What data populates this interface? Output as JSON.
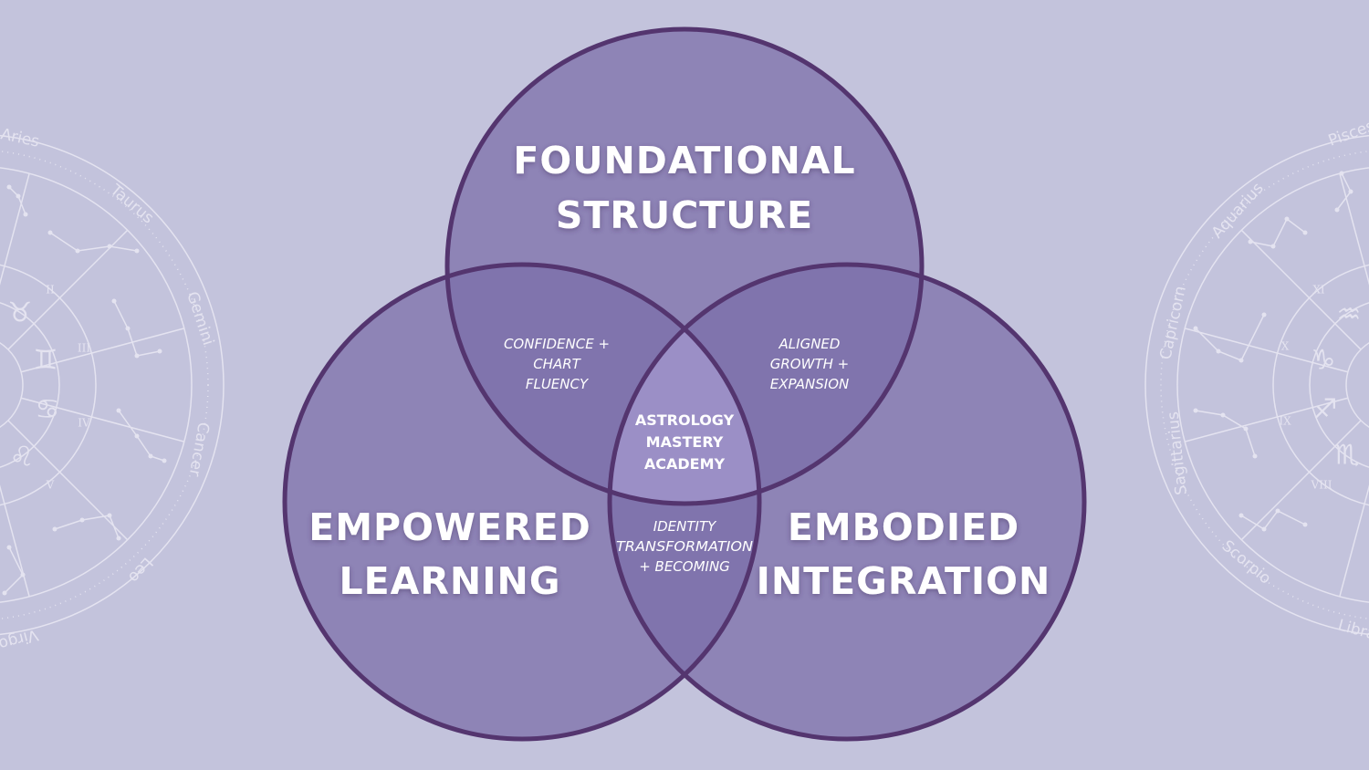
{
  "diagram": {
    "circles": [
      {
        "name": "top",
        "lines": [
          "FOUNDATIONAL",
          "STRUCTURE"
        ]
      },
      {
        "name": "left",
        "lines": [
          "EMPOWERED",
          "LEARNING"
        ]
      },
      {
        "name": "right",
        "lines": [
          "EMBODIED",
          "INTEGRATION"
        ]
      }
    ],
    "overlaps": {
      "top_left": [
        "CONFIDENCE +",
        "CHART",
        "FLUENCY"
      ],
      "top_right": [
        "ALIGNED",
        "GROWTH +",
        "EXPANSION"
      ],
      "left_right": [
        "IDENTITY",
        "TRANSFORMATION",
        "+ BECOMING"
      ]
    },
    "center": [
      "ASTROLOGY",
      "MASTERY",
      "ACADEMY"
    ]
  },
  "decor": {
    "left_wheel_signs": [
      "Aries",
      "Taurus",
      "Gemini",
      "Cancer",
      "Leo",
      "Virgo"
    ],
    "left_wheel_glyphs": [
      "♉",
      "♊",
      "♋",
      "♌"
    ],
    "left_wheel_numerals": [
      "II",
      "III",
      "IV",
      "V"
    ],
    "right_wheel_signs": [
      "Pisces",
      "Aquarius",
      "Capricorn",
      "Sagittarius",
      "Scorpio",
      "Libra"
    ],
    "right_wheel_glyphs": [
      "♒",
      "♑",
      "♐",
      "♏"
    ],
    "right_wheel_numerals": [
      "XI",
      "X",
      "IX",
      "VIII"
    ]
  },
  "colors": {
    "background": "#c3c3dc",
    "circle_fill": "#8e84b6",
    "overlap_fill": "#8074ad",
    "center_fill": "#9b8fc6",
    "stroke": "#54356f",
    "decor": "#e4e3f0"
  }
}
